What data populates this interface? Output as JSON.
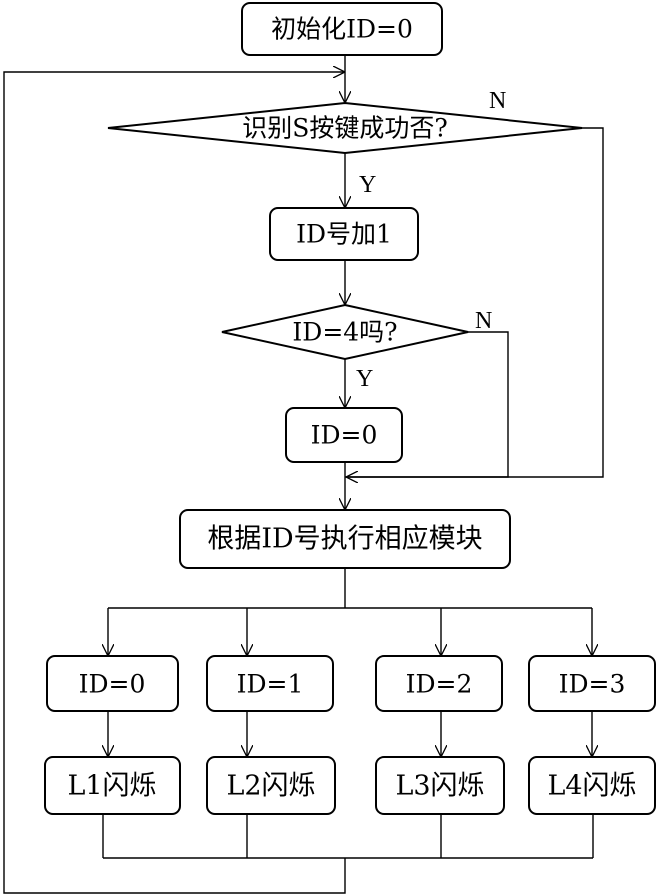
{
  "diagram": {
    "start": "初始化ID=0",
    "decision_s_key": "识别S按键成功否?",
    "increment": "ID号加1",
    "decision_id4": "ID=4吗?",
    "reset": "ID=0",
    "dispatch": "根据ID号执行相应模块",
    "branches": [
      {
        "id_label": "ID=0",
        "action": "L1闪烁"
      },
      {
        "id_label": "ID=1",
        "action": "L2闪烁"
      },
      {
        "id_label": "ID=2",
        "action": "L3闪烁"
      },
      {
        "id_label": "ID=3",
        "action": "L4闪烁"
      }
    ],
    "labels": {
      "yes_1": "Y",
      "no_1": "N",
      "yes_2": "Y",
      "no_2": "N"
    },
    "colors": {
      "stroke": "#000000",
      "background": "#ffffff"
    }
  }
}
